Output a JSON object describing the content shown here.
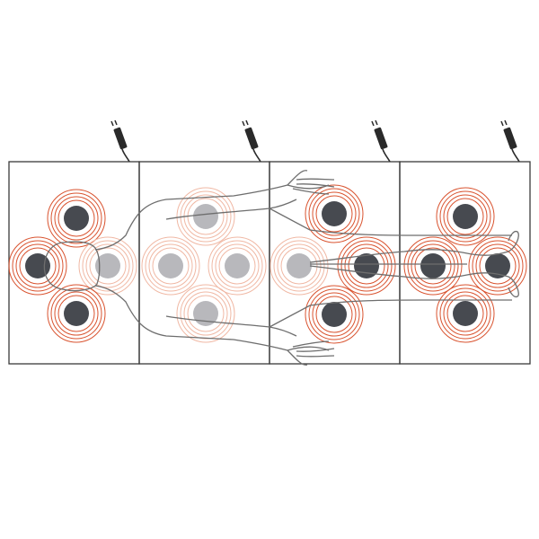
{
  "diagram": {
    "colors": {
      "background": "#ffffff",
      "outline": "#3a3a3a",
      "ring": "#d9532f",
      "ring_faded": "#f0b8a4",
      "node_dark": "#474a50",
      "node_faded": "#b8b8bc",
      "body": "#6e6e6e",
      "connector": "#2a2a2a"
    },
    "icons": {
      "plug": "plug-connector-icon",
      "node": "heat-node-icon"
    },
    "panels": [
      {
        "name": "panel-1",
        "connector": true
      },
      {
        "name": "panel-2",
        "connector": true
      },
      {
        "name": "panel-3",
        "connector": true
      },
      {
        "name": "panel-4",
        "connector": true
      }
    ],
    "nodes": [
      {
        "name": "node-head-top",
        "faded": false
      },
      {
        "name": "node-head-left",
        "faded": false
      },
      {
        "name": "node-head-center",
        "faded": true
      },
      {
        "name": "node-head-bottom",
        "faded": false
      },
      {
        "name": "node-shoulder-top",
        "faded": true
      },
      {
        "name": "node-chest-left",
        "faded": true
      },
      {
        "name": "node-chest-right",
        "faded": true
      },
      {
        "name": "node-shoulder-bottom",
        "faded": true
      },
      {
        "name": "node-hand-top",
        "faded": false
      },
      {
        "name": "node-hip-left",
        "faded": true
      },
      {
        "name": "node-hip-right",
        "faded": false
      },
      {
        "name": "node-hand-bottom",
        "faded": false
      },
      {
        "name": "node-calf-top",
        "faded": false
      },
      {
        "name": "node-leg-left",
        "faded": false
      },
      {
        "name": "node-leg-right",
        "faded": false
      },
      {
        "name": "node-calf-bottom",
        "faded": false
      }
    ]
  }
}
